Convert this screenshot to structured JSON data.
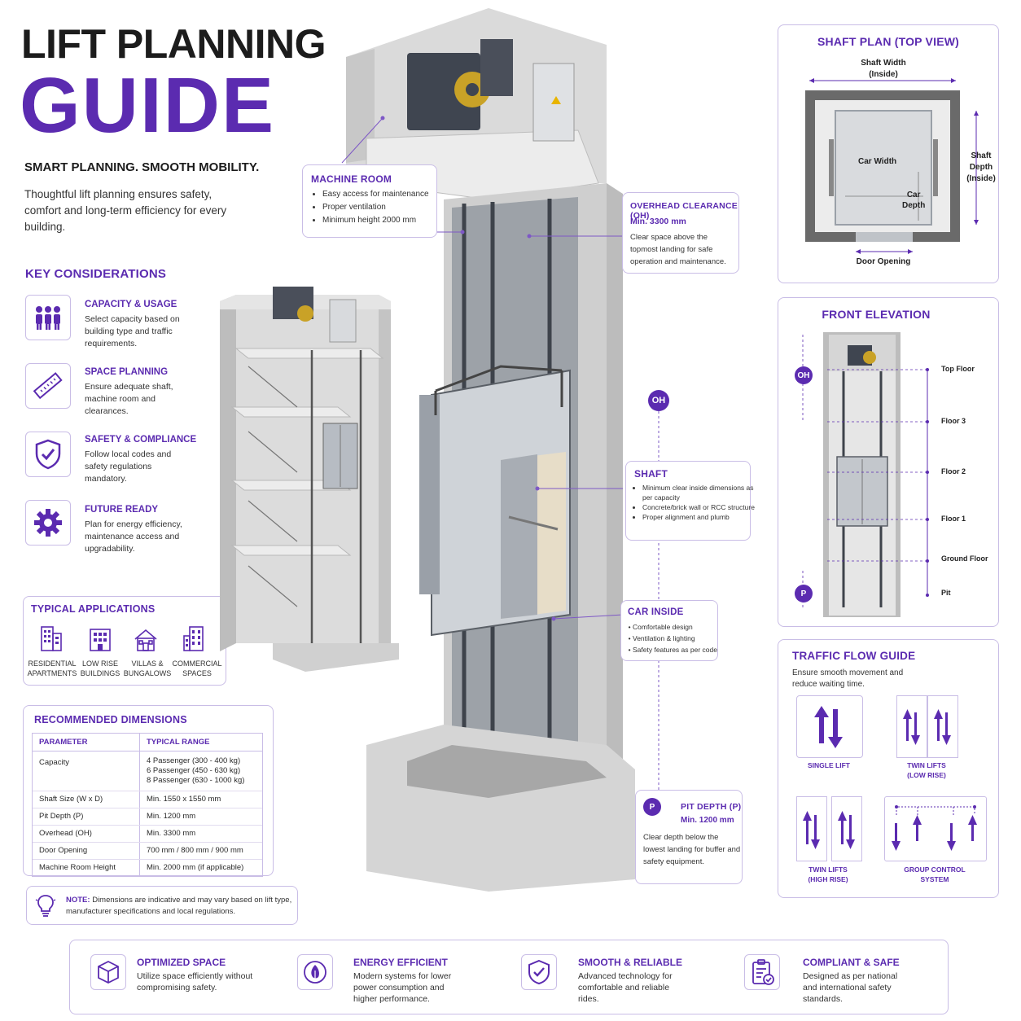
{
  "header": {
    "title_line1": "LIFT PLANNING",
    "title_line2": "GUIDE",
    "tagline": "SMART PLANNING. SMOOTH MOBILITY.",
    "intro": "Thoughtful lift planning ensures safety, comfort and long-term efficiency for every building."
  },
  "key_considerations": {
    "title": "KEY CONSIDERATIONS",
    "items": [
      {
        "title": "CAPACITY & USAGE",
        "text": "Select capacity based on building type and traffic requirements.",
        "icon": "people-icon"
      },
      {
        "title": "SPACE PLANNING",
        "text": "Ensure adequate shaft, machine room and clearances.",
        "icon": "ruler-icon"
      },
      {
        "title": "SAFETY & COMPLIANCE",
        "text": "Follow local codes and safety regulations mandatory.",
        "icon": "shield-check-icon"
      },
      {
        "title": "FUTURE READY",
        "text": "Plan for energy efficiency, maintenance access and upgradability.",
        "icon": "gear-icon"
      }
    ]
  },
  "applications": {
    "title": "TYPICAL APPLICATIONS",
    "items": [
      {
        "line1": "RESIDENTIAL",
        "line2": "APARTMENTS"
      },
      {
        "line1": "LOW RISE",
        "line2": "BUILDINGS"
      },
      {
        "line1": "VILLAS &",
        "line2": "BUNGALOWS"
      },
      {
        "line1": "COMMERCIAL",
        "line2": "SPACES"
      }
    ]
  },
  "dimensions": {
    "title": "RECOMMENDED DIMENSIONS",
    "col1": "PARAMETER",
    "col2": "TYPICAL RANGE",
    "rows": [
      {
        "param": "Capacity",
        "range": [
          "4 Passenger (300 - 400 kg)",
          "6 Passenger (450 - 630 kg)",
          "8 Passenger (630 - 1000 kg)"
        ]
      },
      {
        "param": "Shaft Size (W x D)",
        "range": [
          "Min. 1550 x 1550 mm"
        ]
      },
      {
        "param": "Pit Depth (P)",
        "range": [
          "Min. 1200 mm"
        ]
      },
      {
        "param": "Overhead (OH)",
        "range": [
          "Min. 3300 mm"
        ]
      },
      {
        "param": "Door Opening",
        "range": [
          "700 mm / 800 mm / 900 mm"
        ]
      },
      {
        "param": "Machine Room Height",
        "range": [
          "Min. 2000 mm (if applicable)"
        ]
      }
    ]
  },
  "note": {
    "label": "NOTE:",
    "text": "Dimensions are indicative and may vary based on lift type, manufacturer specifications and local regulations."
  },
  "callouts": {
    "machine_room": {
      "title": "MACHINE ROOM",
      "items": [
        "Easy access for maintenance",
        "Proper ventilation",
        "Minimum height 2000 mm"
      ]
    },
    "overhead": {
      "title": "OVERHEAD CLEARANCE (OH)",
      "value": "Min. 3300 mm",
      "text": "Clear space above the topmost landing for safe operation and maintenance."
    },
    "shaft": {
      "title": "SHAFT",
      "items": [
        "Minimum clear inside dimensions as per capacity",
        "Concrete/brick wall or RCC structure",
        "Proper alignment and plumb"
      ]
    },
    "car_inside": {
      "title": "CAR INSIDE",
      "items": [
        "Comfortable design",
        "Ventilation & lighting",
        "Safety features as per code"
      ]
    },
    "pit": {
      "title": "PIT DEPTH (P)",
      "value": "Min. 1200 mm",
      "text": "Clear depth below the lowest landing for buffer and safety equipment.",
      "badge": "P"
    },
    "oh_badge": "OH"
  },
  "shaft_plan": {
    "title": "SHAFT PLAN (TOP VIEW)",
    "shaft_width": "Shaft Width",
    "shaft_width_sub": "(Inside)",
    "shaft_depth": "Shaft Depth",
    "shaft_depth_sub": "(Inside)",
    "car_width": "Car Width",
    "car_depth1": "Car",
    "car_depth2": "Depth",
    "door_opening": "Door Opening"
  },
  "front_elevation": {
    "title": "FRONT ELEVATION",
    "oh_badge": "OH",
    "p_badge": "P",
    "floors": [
      "Top Floor",
      "Floor 3",
      "Floor 2",
      "Floor 1",
      "Ground Floor",
      "Pit"
    ]
  },
  "traffic": {
    "title": "TRAFFIC FLOW GUIDE",
    "text": "Ensure smooth movement and reduce waiting time.",
    "items": [
      {
        "line1": "SINGLE LIFT",
        "line2": ""
      },
      {
        "line1": "TWIN LIFTS",
        "line2": "(LOW RISE)"
      },
      {
        "line1": "TWIN LIFTS",
        "line2": "(HIGH RISE)"
      },
      {
        "line1": "GROUP CONTROL",
        "line2": "SYSTEM"
      }
    ]
  },
  "features": [
    {
      "title": "OPTIMIZED SPACE",
      "text": "Utilize space efficiently without compromising safety.",
      "icon": "cube-icon"
    },
    {
      "title": "ENERGY EFFICIENT",
      "text": "Modern systems for lower power consumption and higher performance.",
      "icon": "leaf-icon"
    },
    {
      "title": "SMOOTH & RELIABLE",
      "text": "Advanced technology for comfortable and reliable rides.",
      "icon": "shield-check-icon"
    },
    {
      "title": "COMPLIANT & SAFE",
      "text": "Designed as per national and international safety standards.",
      "icon": "clipboard-check-icon"
    }
  ],
  "colors": {
    "accent": "#5b2bb0",
    "border": "#c9bde6",
    "concrete": "#cfcfcf"
  }
}
